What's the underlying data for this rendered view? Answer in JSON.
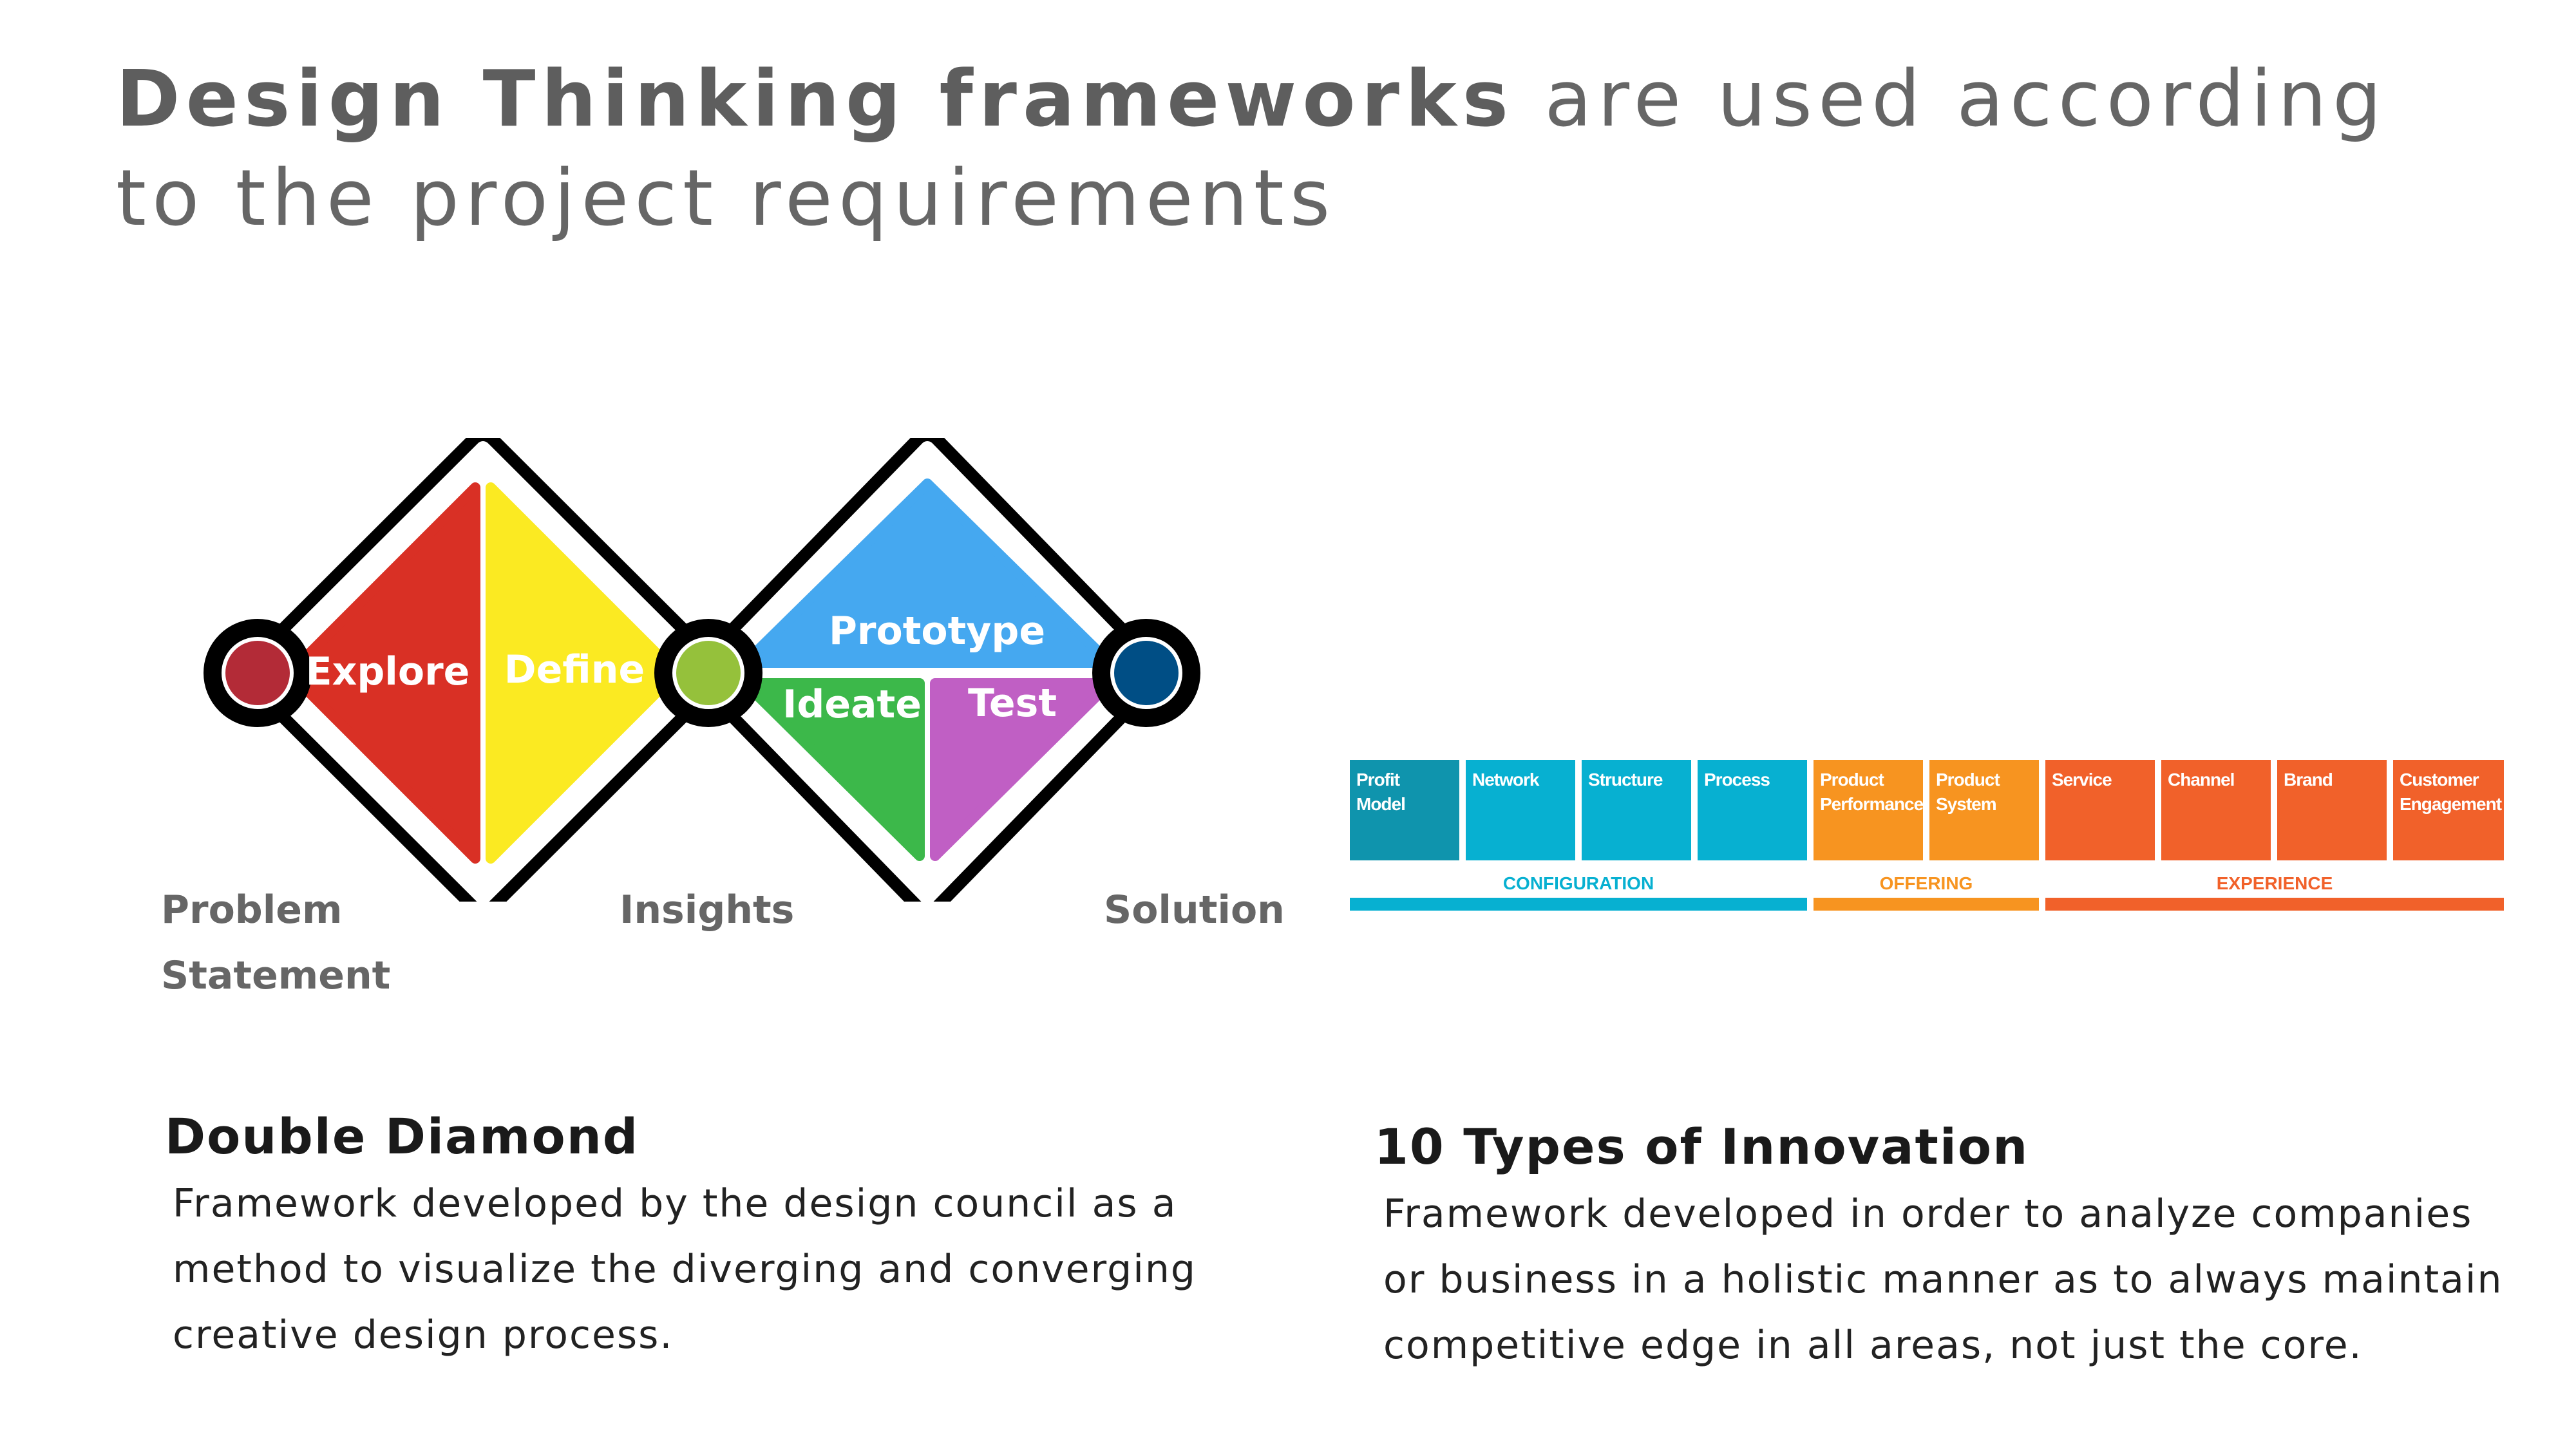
{
  "title": {
    "bold": "Design Thinking frameworks",
    "rest": " are used according to the project requirements"
  },
  "double_diamond": {
    "phases": {
      "explore": "Explore",
      "define": "Define",
      "prototype": "Prototype",
      "ideate": "Ideate",
      "test": "Test"
    },
    "labels": {
      "problem": "Problem\nStatement",
      "insights": "Insights",
      "solution": "Solution"
    },
    "colors": {
      "explore": "#d93025",
      "define": "#fbea22",
      "prototype": "#45a8f0",
      "ideate": "#3cb84a",
      "test": "#c05fc4",
      "node_start": "#b32b37",
      "node_mid": "#95c13b",
      "node_end": "#004e85"
    }
  },
  "ten_types": {
    "cells": [
      {
        "label": "Profit\nModel",
        "color": "#0f94ad"
      },
      {
        "label": "Network",
        "color": "#07b0d1"
      },
      {
        "label": "Structure",
        "color": "#07b0d1"
      },
      {
        "label": "Process",
        "color": "#07b0d1"
      },
      {
        "label": "Product\nPerformance",
        "color": "#f79420"
      },
      {
        "label": "Product\nSystem",
        "color": "#f79420"
      },
      {
        "label": "Service",
        "color": "#f1612a"
      },
      {
        "label": "Channel",
        "color": "#f1612a"
      },
      {
        "label": "Brand",
        "color": "#f1612a"
      },
      {
        "label": "Customer\nEngagement",
        "color": "#f1612a"
      }
    ],
    "groups": [
      {
        "label": "CONFIGURATION",
        "color": "#07b0d1"
      },
      {
        "label": "OFFERING",
        "color": "#f79420"
      },
      {
        "label": "EXPERIENCE",
        "color": "#f1612a"
      }
    ]
  },
  "sections": {
    "double_diamond": {
      "title": "Double Diamond",
      "desc": "Framework developed by the design council as a method to visualize the diverging and converging creative design process."
    },
    "ten_types": {
      "title": "10 Types of Innovation",
      "desc": "Framework developed in order to analyze companies or business in a holistic manner as to always maintain competitive edge in all areas, not just the core."
    }
  }
}
